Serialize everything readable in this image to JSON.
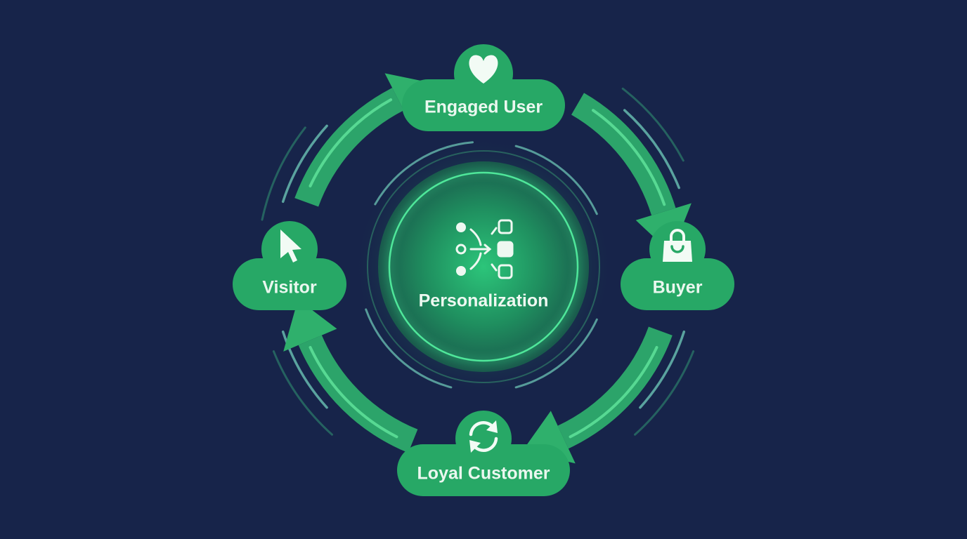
{
  "diagram": {
    "type": "cycle",
    "title": "",
    "center": {
      "label": "Personalization",
      "icon": "personalization-routing-icon"
    },
    "nodes": [
      {
        "id": "engaged-user",
        "label": "Engaged User",
        "icon": "heart-icon"
      },
      {
        "id": "buyer",
        "label": "Buyer",
        "icon": "shopping-bag-icon"
      },
      {
        "id": "loyal-customer",
        "label": "Loyal Customer",
        "icon": "refresh-icon"
      },
      {
        "id": "visitor",
        "label": "Visitor",
        "icon": "cursor-icon"
      }
    ],
    "edges": [
      {
        "from": "visitor",
        "to": "engaged-user"
      },
      {
        "from": "engaged-user",
        "to": "buyer"
      },
      {
        "from": "buyer",
        "to": "loyal-customer"
      },
      {
        "from": "loyal-customer",
        "to": "visitor"
      }
    ],
    "colors": {
      "background": "#17244a",
      "node": "#27a866",
      "arrow": "#2fb06c",
      "arrow_highlight": "#5fe39a",
      "ring": "#3ee08e",
      "motion_line": "#6cc3b4",
      "text": "#eaf7ef"
    }
  }
}
